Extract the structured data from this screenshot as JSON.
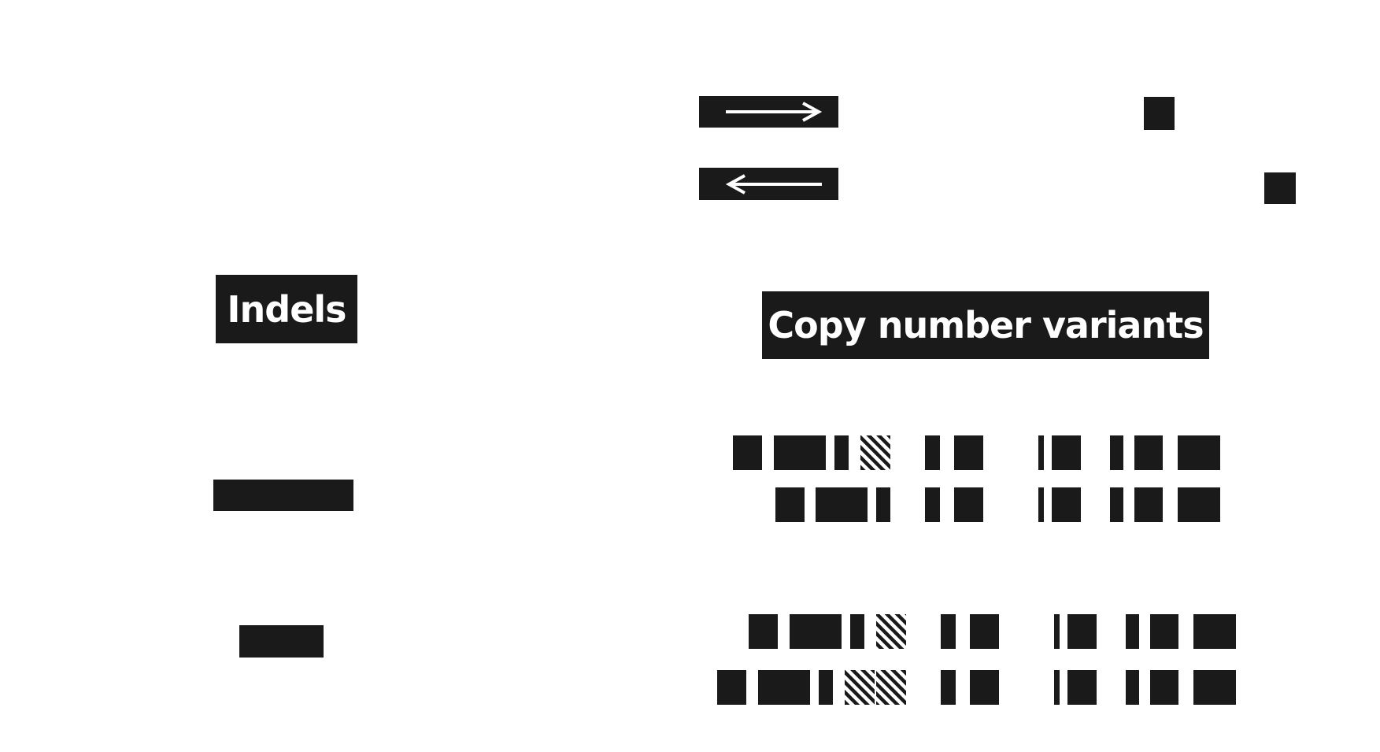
{
  "labels": {
    "indels": "Indels",
    "copy_number_variants": "Copy number variants"
  },
  "colors": {
    "block": "#1a1a1a",
    "background": "#ffffff",
    "arrow": "#ffffff"
  },
  "icons": {
    "forward_arrow": "right-arrow-icon",
    "reverse_arrow": "left-arrow-icon",
    "hatch": "diagonal-hatch-pattern"
  }
}
